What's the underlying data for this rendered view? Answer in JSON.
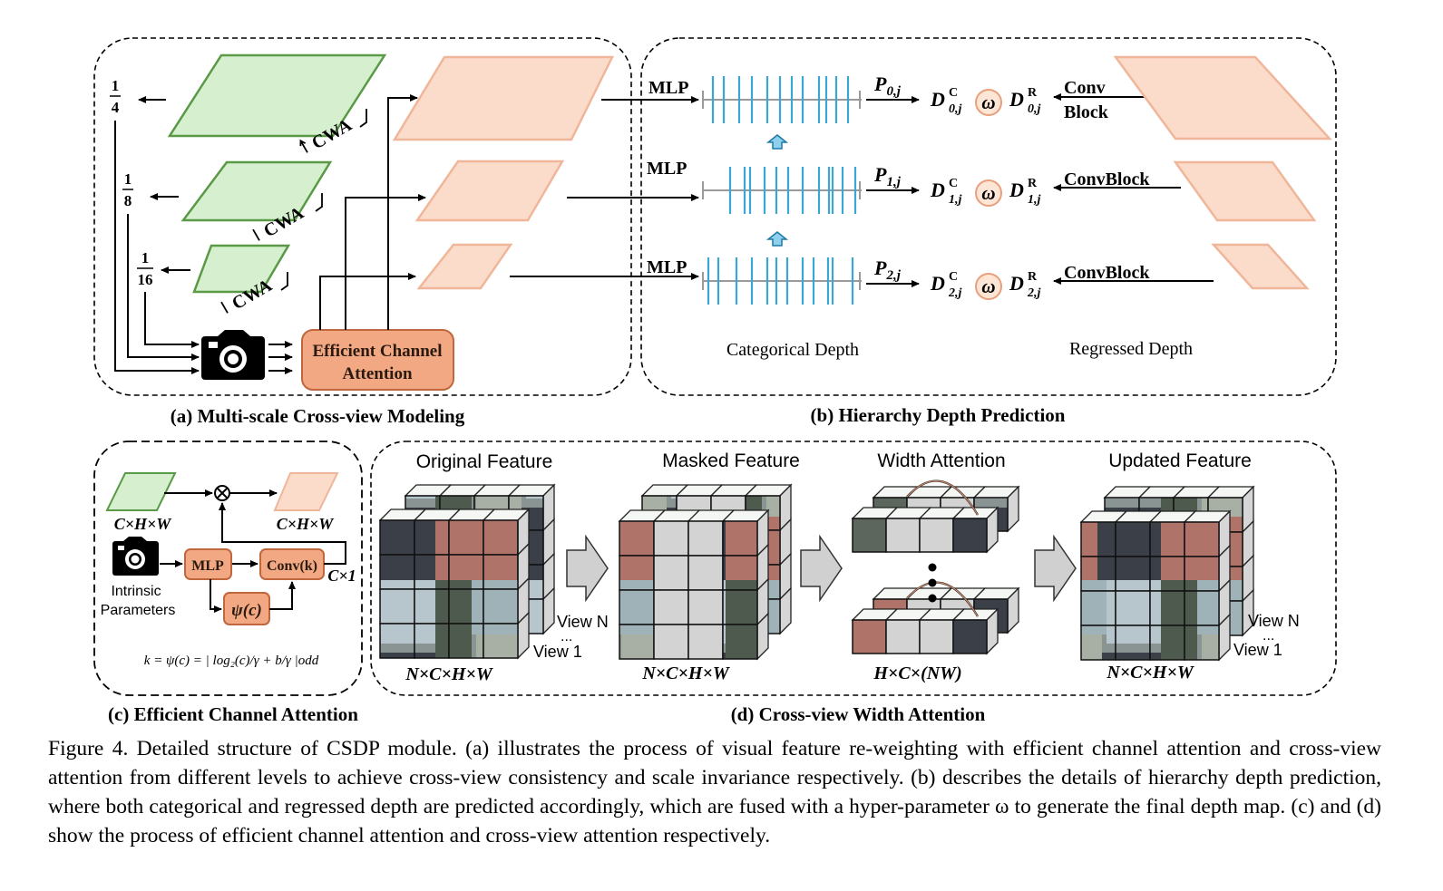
{
  "panel_a": {
    "caption": "(a) Multi-scale Cross-view Modeling",
    "scales": [
      {
        "num": "1",
        "den": "4"
      },
      {
        "num": "1",
        "den": "8"
      },
      {
        "num": "1",
        "den": "16"
      }
    ],
    "cwa_label": "CWA",
    "eca_box": {
      "line1": "Efficient Channel",
      "line2": "Attention"
    },
    "camera_icon": "camera-icon",
    "colors": {
      "green_fill": "#d5efcf",
      "green_stroke": "#5a9a46",
      "peach_fill": "#fbdccb",
      "peach_stroke": "#f0b69a",
      "eca_fill": "#f2a883",
      "eca_stroke": "#c0673d"
    }
  },
  "panel_b": {
    "caption": "(b) Hierarchy Depth Prediction",
    "rows": [
      {
        "mlp": "MLP",
        "p": "P",
        "p_sub": "0,j",
        "dc": "D",
        "dc_sup": "C",
        "dc_sub": "0,j",
        "omega": "ω",
        "dr": "D",
        "dr_sup": "R",
        "dr_sub": "0,j",
        "conv_line1": "Conv",
        "conv_line2": "Block"
      },
      {
        "mlp": "MLP",
        "p": "P",
        "p_sub": "1,j",
        "dc": "D",
        "dc_sup": "C",
        "dc_sub": "1,j",
        "omega": "ω",
        "dr": "D",
        "dr_sup": "R",
        "dr_sub": "1,j",
        "conv_line1": "ConvBlock",
        "conv_line2": ""
      },
      {
        "mlp": "MLP",
        "p": "P",
        "p_sub": "2,j",
        "dc": "D",
        "dc_sup": "C",
        "dc_sub": "2,j",
        "omega": "ω",
        "dr": "D",
        "dr_sup": "R",
        "dr_sub": "2,j",
        "conv_line1": "ConvBlock",
        "conv_line2": ""
      }
    ],
    "categorical_label": "Categorical Depth",
    "regressed_label": "Regressed Depth",
    "bin_color": "#3aa6d3"
  },
  "panel_c": {
    "caption": "(c) Efficient Channel Attention",
    "input_dim": "C×H×W",
    "output_dim": "C×H×W",
    "camera_label_line1": "Intrinsic",
    "camera_label_line2": "Parameters",
    "mlp": "MLP",
    "conv": "Conv(k)",
    "psi": "ψ(c)",
    "c1": "C×1",
    "multiply": "⊗",
    "formula": "k = ψ(c) = | log₂(c)/γ + b/γ |odd"
  },
  "panel_d": {
    "caption": "(d) Cross-view Width Attention",
    "stages": [
      {
        "title": "Original Feature",
        "dim": "N×C×H×W",
        "view_n": "View N",
        "dots": "...",
        "view_1": "View 1"
      },
      {
        "title": "Masked Feature",
        "dim": "N×C×H×W"
      },
      {
        "title": "Width Attention",
        "dim": "H×C×(NW)"
      },
      {
        "title": "Updated Feature",
        "dim": "N×C×H×W",
        "view_n": "View N",
        "dots": "...",
        "view_1": "View 1"
      }
    ]
  },
  "figure_caption": "Figure 4. Detailed structure of CSDP module. (a) illustrates the process of visual feature re-weighting with efficient channel attention and cross-view attention from different levels to achieve cross-view consistency and scale invariance respectively. (b) describes the details of hierarchy depth prediction, where both categorical and regressed depth are predicted accordingly, which are fused with a hyper-parameter ω to generate the final depth map. (c) and (d) show the process of efficient channel attention and cross-view attention respectively."
}
